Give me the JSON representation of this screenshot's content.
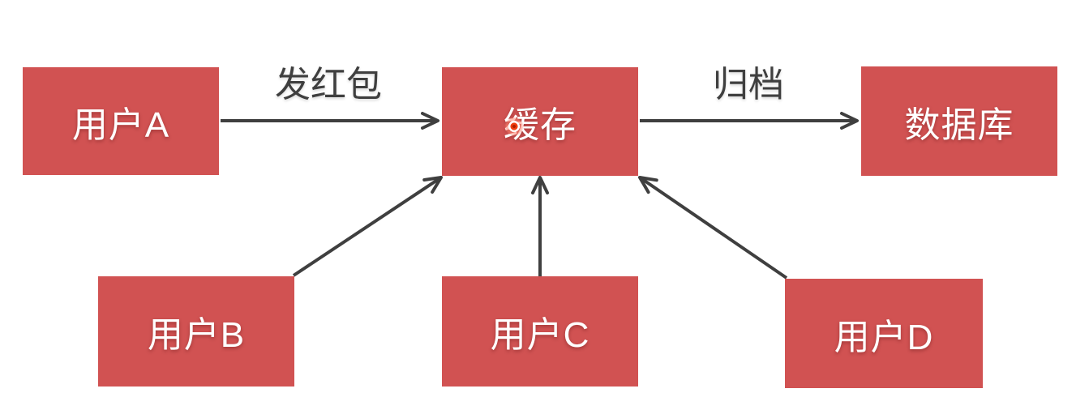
{
  "diagram": {
    "nodes": [
      {
        "id": "user-a",
        "label": "用户A"
      },
      {
        "id": "cache",
        "label": "缓存"
      },
      {
        "id": "database",
        "label": "数据库"
      },
      {
        "id": "user-b",
        "label": "用户B"
      },
      {
        "id": "user-c",
        "label": "用户C"
      },
      {
        "id": "user-d",
        "label": "用户D"
      }
    ],
    "edges": [
      {
        "from": "用户A",
        "to": "缓存",
        "label": "发红包"
      },
      {
        "from": "缓存",
        "to": "数据库",
        "label": "归档"
      },
      {
        "from": "用户B",
        "to": "缓存",
        "label": ""
      },
      {
        "from": "用户C",
        "to": "缓存",
        "label": ""
      },
      {
        "from": "用户D",
        "to": "缓存",
        "label": ""
      }
    ],
    "colors": {
      "node_fill": "#d15252",
      "node_text": "#ffffff",
      "arrow": "#3f3f3f",
      "edge_label_text": "#3f3f3f",
      "background": "#ffffff",
      "pointer_dot_core": "#ef3c0d",
      "pointer_dot_ring": "#ffffff"
    }
  }
}
